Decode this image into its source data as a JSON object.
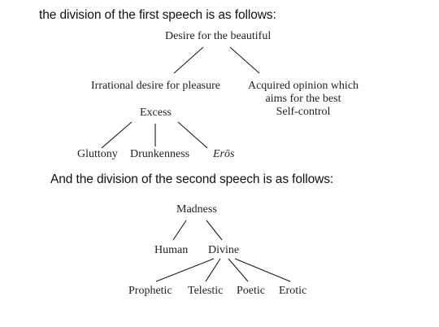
{
  "speech1": {
    "heading": "the division of the first speech is as follows:",
    "root": "Desire for the beautiful",
    "left_branch": "Irrational desire for pleasure",
    "right_branch_lines": [
      "Acquired opinion which",
      "aims for the best",
      "Self-control"
    ],
    "excess": "Excess",
    "leaves": [
      "Gluttony",
      "Drunkenness",
      "Erōs"
    ]
  },
  "speech2": {
    "heading": "And the division of the second speech is as follows:",
    "root": "Madness",
    "left_branch": "Human",
    "right_branch": "Divine",
    "leaves": [
      "Prophetic",
      "Telestic",
      "Poetic",
      "Erotic"
    ]
  }
}
